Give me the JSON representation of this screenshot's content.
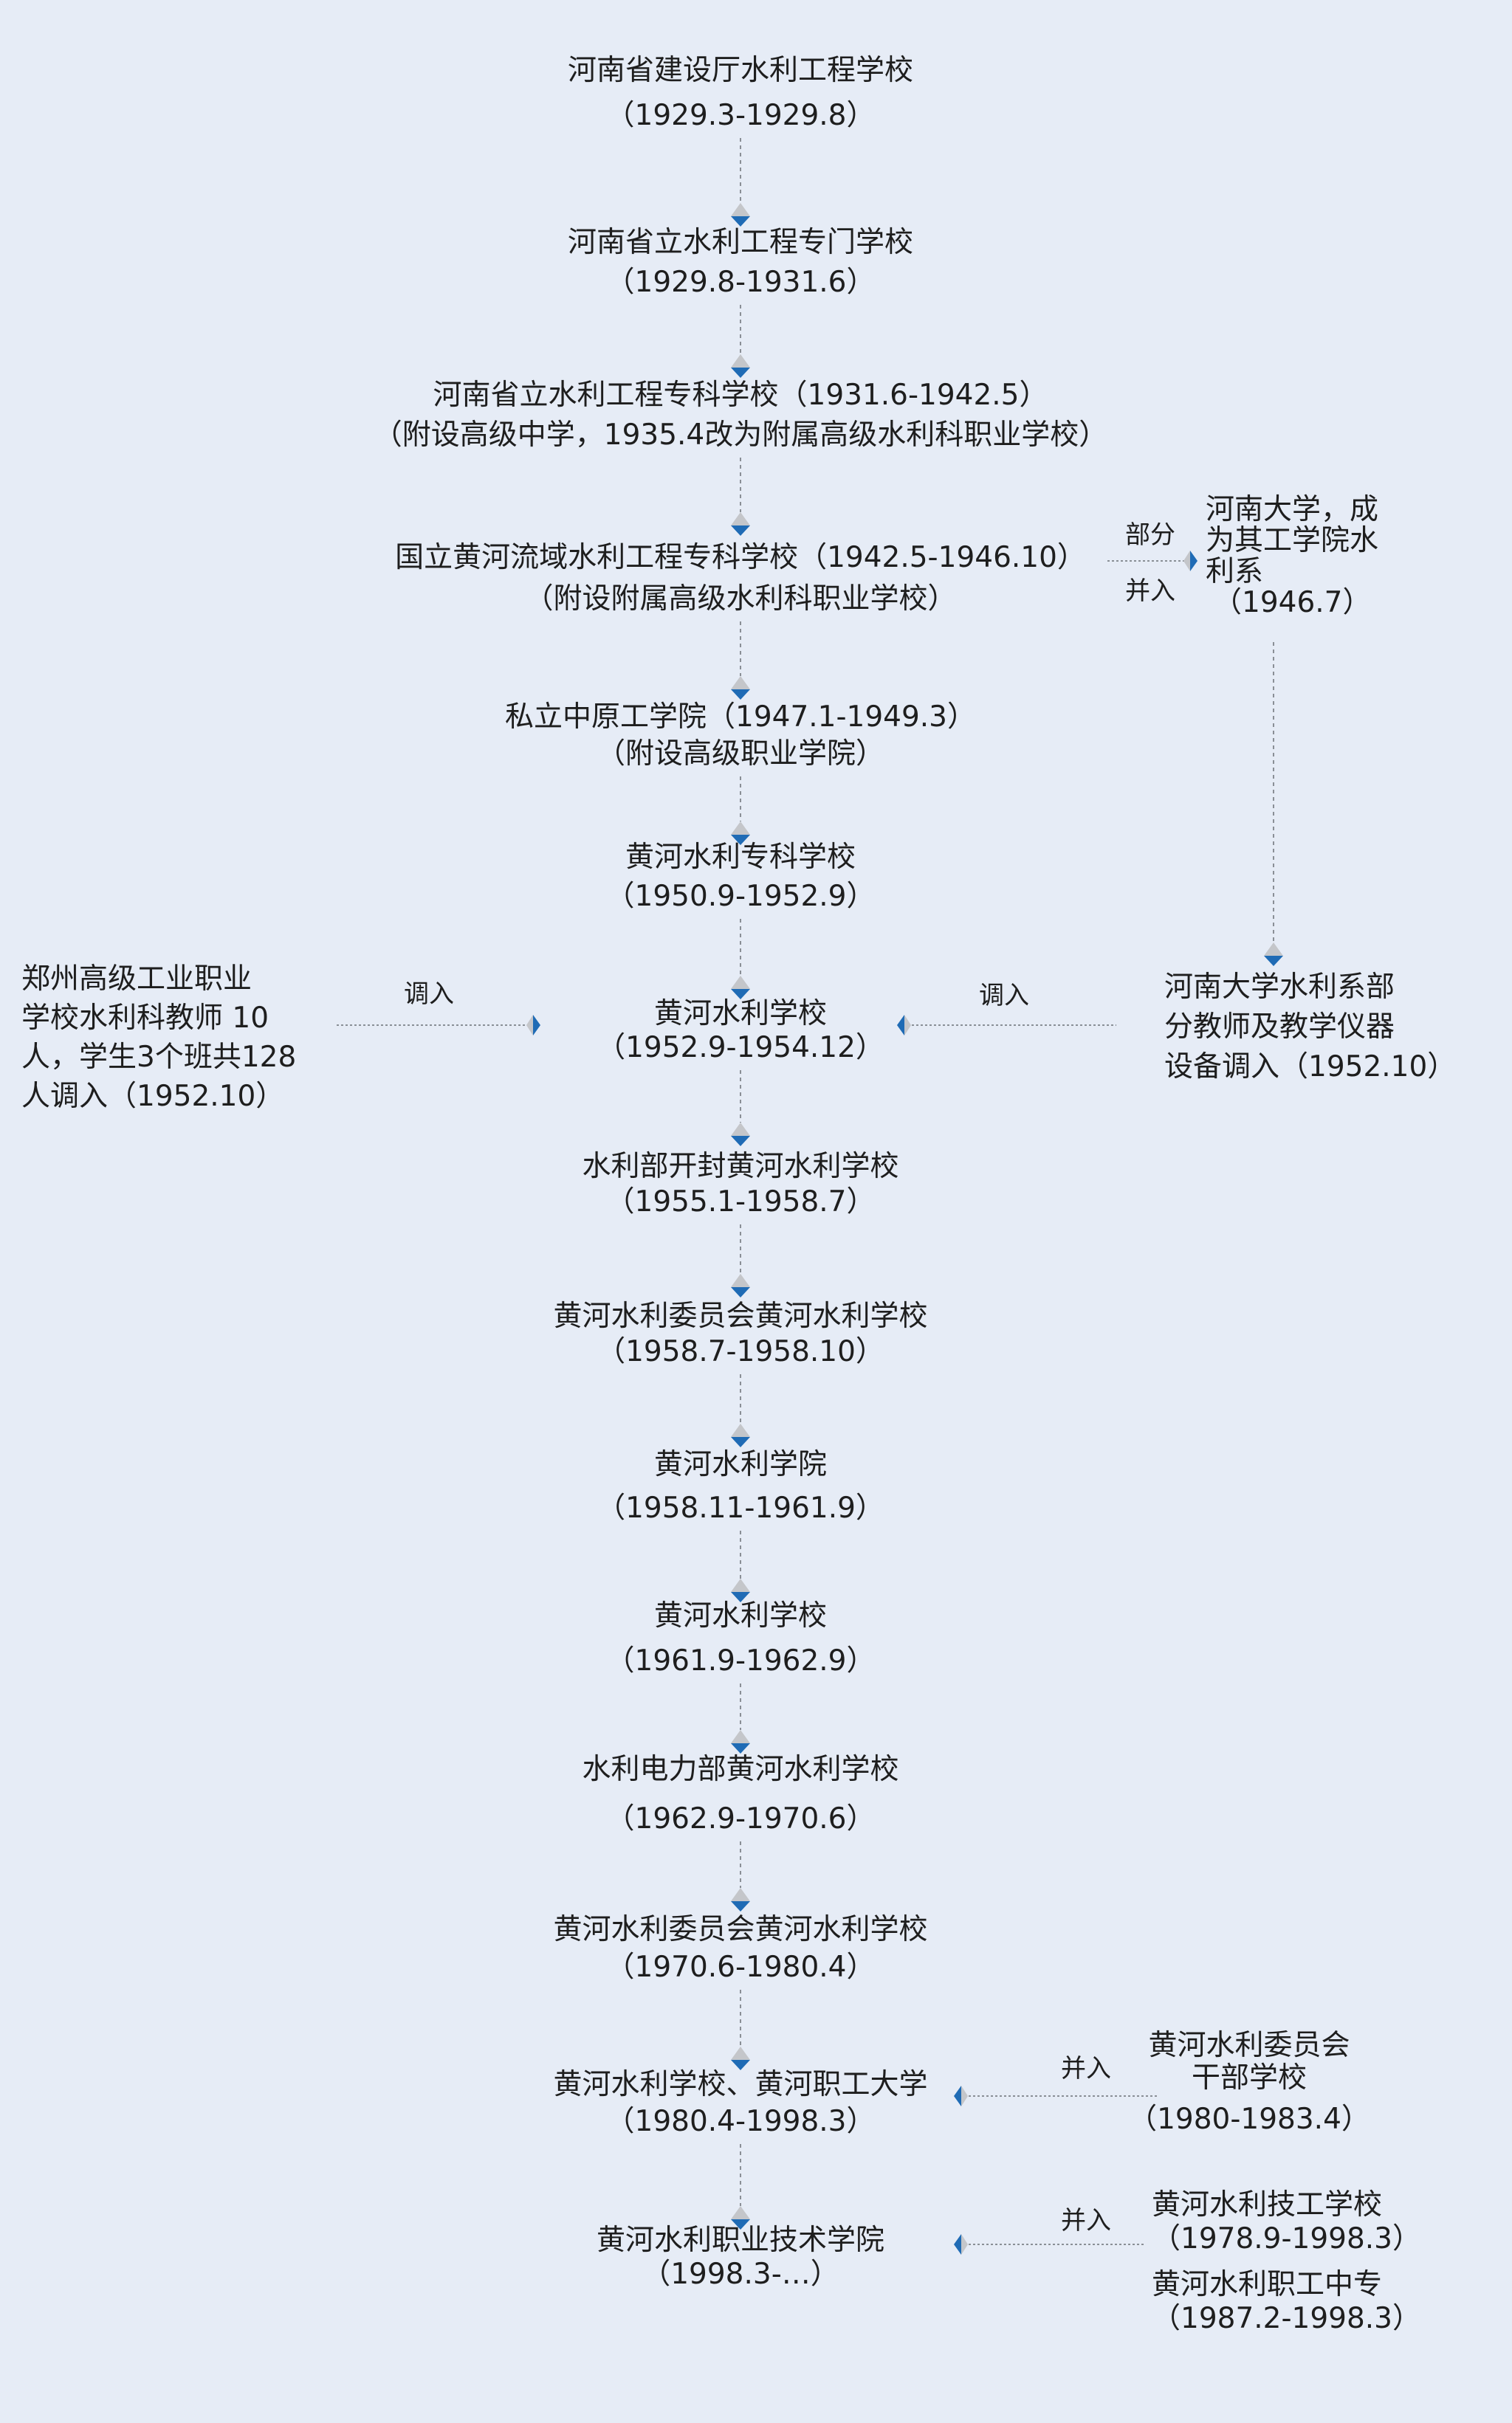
{
  "title_nodes": [
    {
      "name": "河南省建设厅水利工程学校",
      "dates": "（1929.3-1929.8）"
    },
    {
      "name": "河南省立水利工程专门学校",
      "dates": "（1929.8-1931.6）"
    },
    {
      "name": "河南省立水利工程专科学校（1931.6-1942.5）",
      "dates": "（附设高级中学，1935.4改为附属高级水利科职业学校）"
    },
    {
      "name": "国立黄河流域水利工程专科学校（1942.5-1946.10）",
      "dates": "（附设附属高级水利科职业学校）"
    },
    {
      "name": "私立中原工学院（1947.1-1949.3）",
      "dates": "（附设高级职业学院）"
    },
    {
      "name": "黄河水利专科学校",
      "dates": "（1950.9-1952.9）"
    },
    {
      "name": "黄河水利学校",
      "dates": "（1952.9-1954.12）"
    },
    {
      "name": "水利部开封黄河水利学校",
      "dates": "（1955.1-1958.7）"
    },
    {
      "name": "黄河水利委员会黄河水利学校",
      "dates": "（1958.7-1958.10）"
    },
    {
      "name": "黄河水利学院",
      "dates": "（1958.11-1961.9）"
    },
    {
      "name": "黄河水利学校",
      "dates": "（1961.9-1962.9）"
    },
    {
      "name": "水利电力部黄河水利学校",
      "dates": "（1962.9-1970.6）"
    },
    {
      "name": "黄河水利委员会黄河水利学校",
      "dates": "（1970.6-1980.4）"
    },
    {
      "name": "黄河水利学校、黄河职工大学",
      "dates": "（1980.4-1998.3）"
    },
    {
      "name": "黄河水利职业技术学院",
      "dates": "（1998.3-…）"
    }
  ],
  "side": {
    "henan_univ": {
      "label_top": "部分",
      "label_bottom": "并入",
      "lines": [
        "河南大学，成",
        "为其工学院水",
        "利系",
        "（1946.7）"
      ]
    },
    "henan_transfer": {
      "label": "调入",
      "lines": [
        "河南大学水利系部",
        "分教师及教学仪器",
        "设备调入（1952.10）"
      ]
    },
    "zhengzhou_transfer": {
      "label": "调入",
      "lines": [
        "郑州高级工业职业",
        "学校水利科教师 10",
        "人，学生3个班共128",
        "人调入（1952.10）"
      ]
    },
    "cadre_school": {
      "label": "并入",
      "lines": [
        "黄河水利委员会",
        "干部学校",
        "（1980-1983.4）"
      ]
    },
    "tech_schools": {
      "label": "并入",
      "lines": [
        "黄河水利技工学校",
        "（1978.9-1998.3）",
        "黄河水利职工中专",
        "（1987.2-1998.3）"
      ]
    }
  },
  "colors": {
    "background": "#e6ecf6",
    "arrow_blue": "#1f6bb5",
    "arrow_gray": "#c4c6ca",
    "line": "#8a8f96"
  }
}
